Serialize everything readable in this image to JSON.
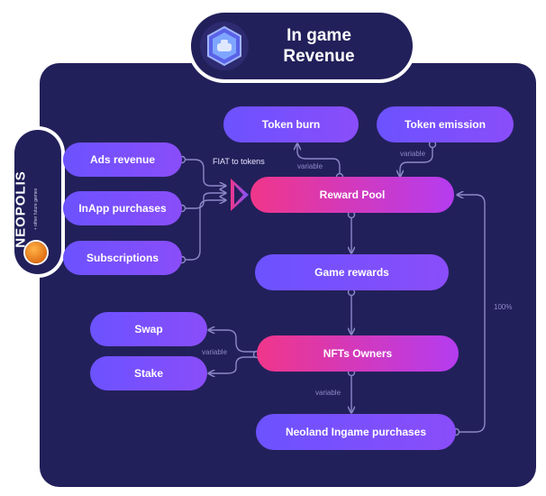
{
  "title": "In game\nRevenue",
  "sidebar": {
    "brand": "NEOPOLIS",
    "subtitle": "+ other future games"
  },
  "nodes": {
    "ads_revenue": "Ads revenue",
    "inapp_purchases": "InApp purchases",
    "subscriptions": "Subscriptions",
    "token_burn": "Token burn",
    "token_emission": "Token emission",
    "reward_pool": "Reward Pool",
    "game_rewards": "Game rewards",
    "swap": "Swap",
    "stake": "Stake",
    "nfts_owners": "NFTs Owners",
    "neoland_purchases": "Neoland Ingame purchases"
  },
  "labels": {
    "fiat_to_tokens": "FIAT to tokens",
    "variable": "variable",
    "hundred_percent": "100%"
  },
  "colors": {
    "panel": "#22205a",
    "node_violet": "#6c52ff",
    "node_pink": "#f0368a",
    "wire": "#8d88c9"
  },
  "icons": {
    "title": "hexagon-bot-icon",
    "coin": "neopolis-coin-icon"
  }
}
